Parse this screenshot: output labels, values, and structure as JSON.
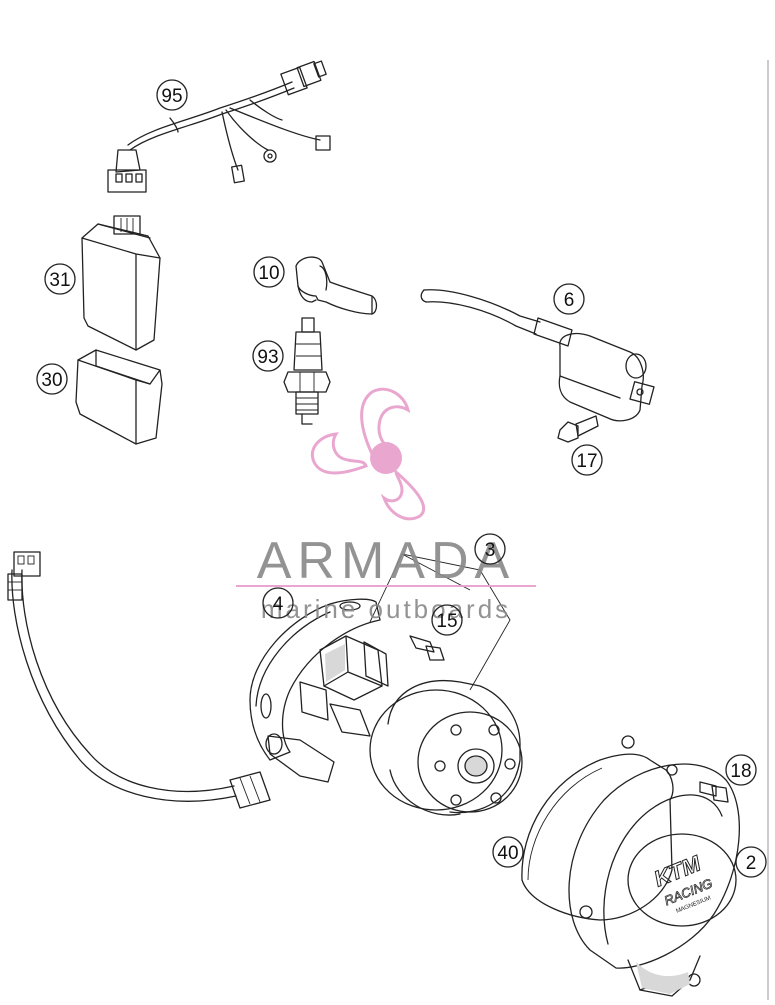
{
  "diagram": {
    "part_labels": [
      {
        "id": "95",
        "text": "95"
      },
      {
        "id": "31",
        "text": "31"
      },
      {
        "id": "30",
        "text": "30"
      },
      {
        "id": "10",
        "text": "10"
      },
      {
        "id": "93",
        "text": "93"
      },
      {
        "id": "6",
        "text": "6"
      },
      {
        "id": "17",
        "text": "17"
      },
      {
        "id": "3",
        "text": "3"
      },
      {
        "id": "4",
        "text": "4"
      },
      {
        "id": "15",
        "text": "15"
      },
      {
        "id": "18",
        "text": "18"
      },
      {
        "id": "40",
        "text": "40"
      },
      {
        "id": "2",
        "text": "2"
      }
    ]
  },
  "watermark": {
    "title": "ARMADA",
    "subtitle": "marine outboards",
    "logo_color": "#e8a0cc",
    "text_color": "#8a8a8a",
    "line_color": "#e8a0cc"
  },
  "cover_branding": {
    "brand": "KTM",
    "line1": "RACING",
    "line2": "MAGNESIUM"
  },
  "colors": {
    "line": "#222222",
    "background": "#ffffff"
  }
}
